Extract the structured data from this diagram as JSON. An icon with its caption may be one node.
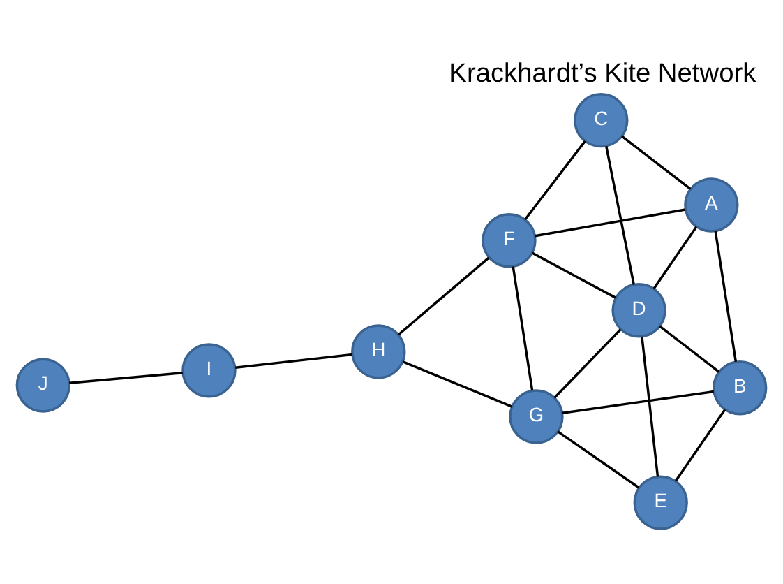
{
  "diagram": {
    "title": "Krackhardt’s Kite Network",
    "nodes": [
      {
        "text": [
          "C"
        ]
      },
      {
        "text": [
          "A"
        ]
      },
      {
        "text": [
          "F"
        ]
      },
      {
        "text": [
          "D"
        ]
      },
      {
        "text": [
          "H"
        ]
      },
      {
        "text": [
          "I"
        ]
      },
      {
        "text": [
          "J"
        ]
      },
      {
        "text": [
          "B"
        ]
      },
      {
        "text": [
          "G"
        ]
      },
      {
        "text": [
          "E"
        ]
      }
    ],
    "edges": [
      {
        "from": 0,
        "to": 1,
        "arrow": "none"
      },
      {
        "from": 0,
        "to": 2,
        "arrow": "none"
      },
      {
        "from": 0,
        "to": 3,
        "arrow": "none"
      },
      {
        "from": 1,
        "to": 2,
        "arrow": "none"
      },
      {
        "from": 1,
        "to": 3,
        "arrow": "none"
      },
      {
        "from": 1,
        "to": 7,
        "arrow": "none"
      },
      {
        "from": 2,
        "to": 3,
        "arrow": "none"
      },
      {
        "from": 2,
        "to": 8,
        "arrow": "none"
      },
      {
        "from": 2,
        "to": 4,
        "arrow": "none"
      },
      {
        "from": 3,
        "to": 7,
        "arrow": "none"
      },
      {
        "from": 3,
        "to": 8,
        "arrow": "none"
      },
      {
        "from": 3,
        "to": 9,
        "arrow": "none"
      },
      {
        "from": 7,
        "to": 8,
        "arrow": "none"
      },
      {
        "from": 7,
        "to": 9,
        "arrow": "none"
      },
      {
        "from": 8,
        "to": 9,
        "arrow": "none"
      },
      {
        "from": 8,
        "to": 4,
        "arrow": "none"
      },
      {
        "from": 4,
        "to": 5,
        "arrow": "none"
      },
      {
        "from": 5,
        "to": 6,
        "arrow": "none"
      }
    ]
  }
}
